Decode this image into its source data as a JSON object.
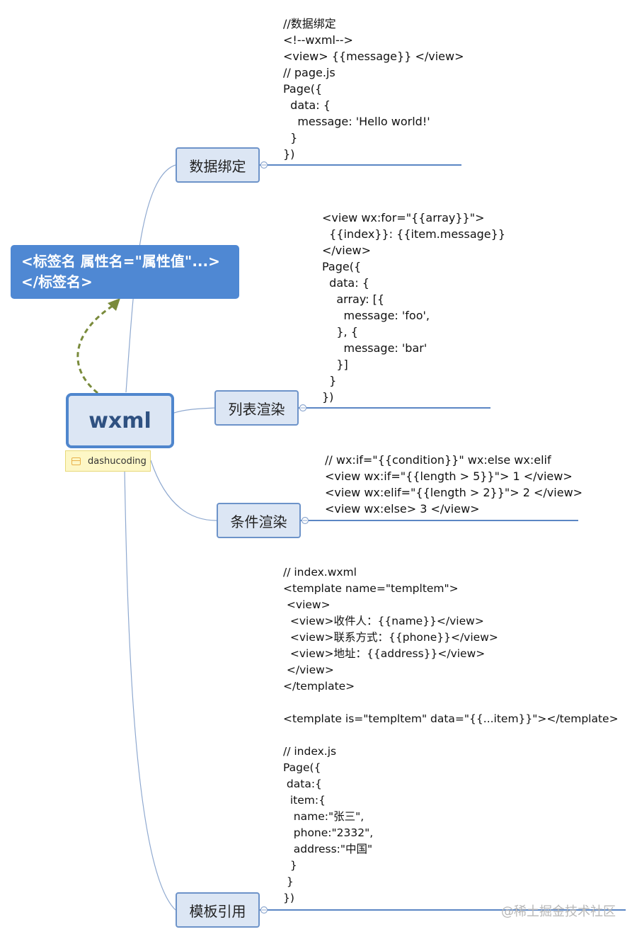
{
  "root": {
    "label": "wxml"
  },
  "callout": {
    "line1": "<标签名 属性名=\"属性值\"...>",
    "line2": "</标签名>"
  },
  "sticker": {
    "label": "dashucoding",
    "icon": "note-icon"
  },
  "branches": [
    {
      "label": "数据绑定",
      "code": [
        "//数据绑定",
        "<!--wxml-->",
        "<view> {{message}} </view>",
        "// page.js",
        "Page({",
        "  data: {",
        "    message: 'Hello world!'",
        "  }",
        "})"
      ]
    },
    {
      "label": "列表渲染",
      "code": [
        "<view wx:for=\"{{array}}\">",
        "  {{index}}: {{item.message}}",
        "</view>",
        "Page({",
        "  data: {",
        "    array: [{",
        "      message: 'foo',",
        "    }, {",
        "      message: 'bar'",
        "    }]",
        "  }",
        "})"
      ]
    },
    {
      "label": "条件渲染",
      "code": [
        "// wx:if=\"{{condition}}\" wx:else wx:elif",
        "<view wx:if=\"{{length > 5}}\"> 1 </view>",
        "<view wx:elif=\"{{length > 2}}\"> 2 </view>",
        "<view wx:else> 3 </view>"
      ]
    },
    {
      "label": "模板引用",
      "code": [
        "// index.wxml",
        "<template name=\"templtem\">",
        " <view>",
        "  <view>收件人：{{name}}</view>",
        "  <view>联系方式：{{phone}}</view>",
        "  <view>地址：{{address}}</view>",
        " </view>",
        "</template>",
        "",
        "<template is=\"templtem\" data=\"{{...item}}\"></template>",
        "",
        "// index.js",
        "Page({",
        " data:{",
        "  item:{",
        "   name:\"张三\",",
        "   phone:\"2332\",",
        "   address:\"中国\"",
        "  }",
        " }",
        "})"
      ]
    }
  ],
  "watermark": "@稀土掘金技术社区",
  "colors": {
    "connector": "#8fa9d0",
    "underline": "#5b86c4",
    "arrow": "#7a8b3c",
    "callout": "#4f88d3"
  }
}
